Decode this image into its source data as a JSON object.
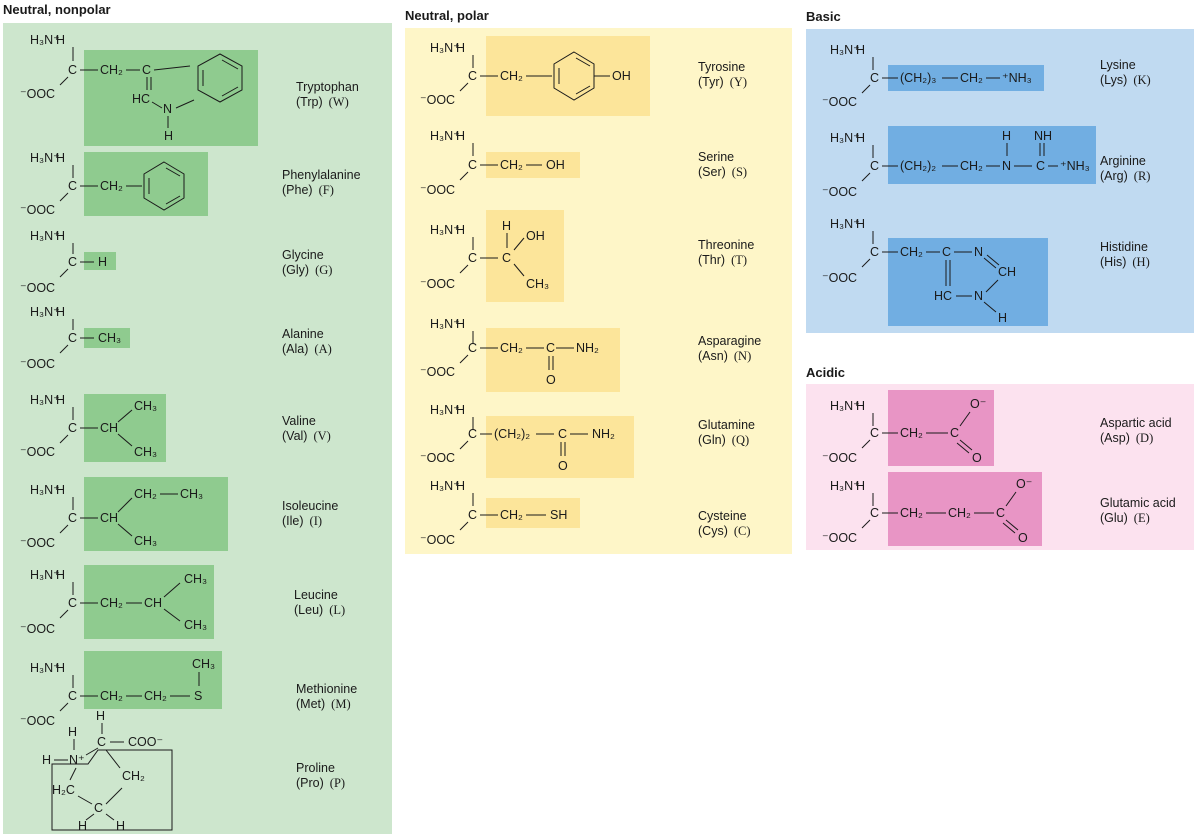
{
  "groups": [
    {
      "key": "nonpolar",
      "title": "Neutral, nonpolar",
      "panel_color": "#cde6cd",
      "highlight_color": "#8fcb8f"
    },
    {
      "key": "polar",
      "title": "Neutral, polar",
      "panel_color": "#fef6c8",
      "highlight_color": "#fce59a"
    },
    {
      "key": "basic",
      "title": "Basic",
      "panel_color": "#c0daf1",
      "highlight_color": "#71aee2"
    },
    {
      "key": "acidic",
      "title": "Acidic",
      "panel_color": "#fce2ef",
      "highlight_color": "#e895c5"
    }
  ],
  "backbone": {
    "amino": "H₃N⁺",
    "carboxyl": "⁻OOC",
    "alpha_c": "C",
    "alpha_h": "H"
  },
  "amino_acids": [
    {
      "key": "trp",
      "group": "nonpolar",
      "name": "Tryptophan",
      "abbr": "(Trp)",
      "letter": "(W)",
      "side_chain": {
        "ch2": "CH₂",
        "c": "C",
        "hc": "HC",
        "n": "N",
        "h": "H"
      }
    },
    {
      "key": "phe",
      "group": "nonpolar",
      "name": "Phenylalanine",
      "abbr": "(Phe)",
      "letter": "(F)",
      "side_chain": {
        "ch2": "CH₂"
      }
    },
    {
      "key": "gly",
      "group": "nonpolar",
      "name": "Glycine",
      "abbr": "(Gly)",
      "letter": "(G)",
      "side_chain": {
        "h": "H"
      }
    },
    {
      "key": "ala",
      "group": "nonpolar",
      "name": "Alanine",
      "abbr": "(Ala)",
      "letter": "(A)",
      "side_chain": {
        "ch3": "CH₃"
      }
    },
    {
      "key": "val",
      "group": "nonpolar",
      "name": "Valine",
      "abbr": "(Val)",
      "letter": "(V)",
      "side_chain": {
        "ch": "CH",
        "ch3": "CH₃"
      }
    },
    {
      "key": "ile",
      "group": "nonpolar",
      "name": "Isoleucine",
      "abbr": "(Ile)",
      "letter": "(I)",
      "side_chain": {
        "ch": "CH",
        "ch2": "CH₂",
        "ch3": "CH₃"
      }
    },
    {
      "key": "leu",
      "group": "nonpolar",
      "name": "Leucine",
      "abbr": "(Leu)",
      "letter": "(L)",
      "side_chain": {
        "ch2": "CH₂",
        "ch": "CH",
        "ch3": "CH₃"
      }
    },
    {
      "key": "met",
      "group": "nonpolar",
      "name": "Methionine",
      "abbr": "(Met)",
      "letter": "(M)",
      "side_chain": {
        "ch2": "CH₂",
        "s": "S",
        "ch3": "CH₃"
      }
    },
    {
      "key": "pro",
      "group": "nonpolar",
      "name": "Proline",
      "abbr": "(Pro)",
      "letter": "(P)",
      "side_chain": {
        "coo": "COO⁻",
        "n": "N⁺",
        "h": "H",
        "h2c": "H₂C",
        "ch2": "CH₂",
        "c": "C"
      }
    },
    {
      "key": "tyr",
      "group": "polar",
      "name": "Tyrosine",
      "abbr": "(Tyr)",
      "letter": "(Y)",
      "side_chain": {
        "ch2": "CH₂",
        "oh": "OH"
      }
    },
    {
      "key": "ser",
      "group": "polar",
      "name": "Serine",
      "abbr": "(Ser)",
      "letter": "(S)",
      "side_chain": {
        "ch2": "CH₂",
        "oh": "OH"
      }
    },
    {
      "key": "thr",
      "group": "polar",
      "name": "Threonine",
      "abbr": "(Thr)",
      "letter": "(T)",
      "side_chain": {
        "c": "C",
        "h": "H",
        "oh": "OH",
        "ch3": "CH₃"
      }
    },
    {
      "key": "asn",
      "group": "polar",
      "name": "Asparagine",
      "abbr": "(Asn)",
      "letter": "(N)",
      "side_chain": {
        "ch2": "CH₂",
        "c": "C",
        "nh2": "NH₂",
        "o": "O"
      }
    },
    {
      "key": "gln",
      "group": "polar",
      "name": "Glutamine",
      "abbr": "(Gln)",
      "letter": "(Q)",
      "side_chain": {
        "ch22": "(CH₂)₂",
        "c": "C",
        "nh2": "NH₂",
        "o": "O"
      }
    },
    {
      "key": "cys",
      "group": "polar",
      "name": "Cysteine",
      "abbr": "(Cys)",
      "letter": "(C)",
      "side_chain": {
        "ch2": "CH₂",
        "sh": "SH"
      }
    },
    {
      "key": "lys",
      "group": "basic",
      "name": "Lysine",
      "abbr": "(Lys)",
      "letter": "(K)",
      "side_chain": {
        "ch23": "(CH₂)₃",
        "ch2": "CH₂",
        "nh3": "⁺NH₃"
      }
    },
    {
      "key": "arg",
      "group": "basic",
      "name": "Arginine",
      "abbr": "(Arg)",
      "letter": "(R)",
      "side_chain": {
        "ch22": "(CH₂)₂",
        "ch2": "CH₂",
        "n": "N",
        "h": "H",
        "c": "C",
        "nh": "NH",
        "nh3": "⁺NH₃"
      }
    },
    {
      "key": "his",
      "group": "basic",
      "name": "Histidine",
      "abbr": "(His)",
      "letter": "(H)",
      "side_chain": {
        "ch2": "CH₂",
        "c": "C",
        "n": "N",
        "ch": "CH",
        "hc": "HC",
        "h": "H"
      }
    },
    {
      "key": "asp",
      "group": "acidic",
      "name": "Aspartic acid",
      "abbr": "(Asp)",
      "letter": "(D)",
      "side_chain": {
        "ch2": "CH₂",
        "c": "C",
        "o_minus": "O⁻",
        "o": "O"
      }
    },
    {
      "key": "glu",
      "group": "acidic",
      "name": "Glutamic acid",
      "abbr": "(Glu)",
      "letter": "(E)",
      "side_chain": {
        "ch2": "CH₂",
        "c": "C",
        "o_minus": "O⁻",
        "o": "O"
      }
    }
  ]
}
